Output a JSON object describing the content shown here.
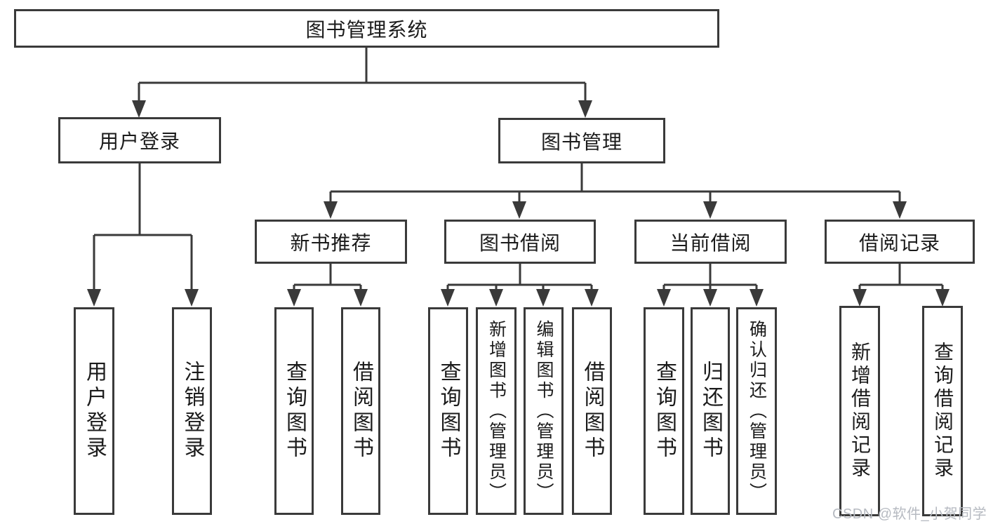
{
  "tree": {
    "label": "图书管理系统",
    "children": [
      {
        "label": "用户登录",
        "children": [
          {
            "label": "用户登录"
          },
          {
            "label": "注销登录"
          }
        ]
      },
      {
        "label": "图书管理",
        "children": [
          {
            "label": "新书推荐",
            "children": [
              {
                "label": "查询图书"
              },
              {
                "label": "借阅图书"
              }
            ]
          },
          {
            "label": "图书借阅",
            "children": [
              {
                "label": "查询图书"
              },
              {
                "label": "新增图书（管理员）"
              },
              {
                "label": "编辑图书（管理员）"
              },
              {
                "label": "借阅图书"
              }
            ]
          },
          {
            "label": "当前借阅",
            "children": [
              {
                "label": "查询图书"
              },
              {
                "label": "归还图书"
              },
              {
                "label": "确认归还（管理员）"
              }
            ]
          },
          {
            "label": "借阅记录",
            "children": [
              {
                "label": "新增借阅记录"
              },
              {
                "label": "查询借阅记录"
              }
            ]
          }
        ]
      }
    ]
  },
  "watermark": {
    "text": "CSDN @软件_小贺同学"
  },
  "colors": {
    "line": "#3a3a3a",
    "text": "#1b1b1b",
    "background": "#ffffff",
    "watermark": "#b6bac1"
  }
}
